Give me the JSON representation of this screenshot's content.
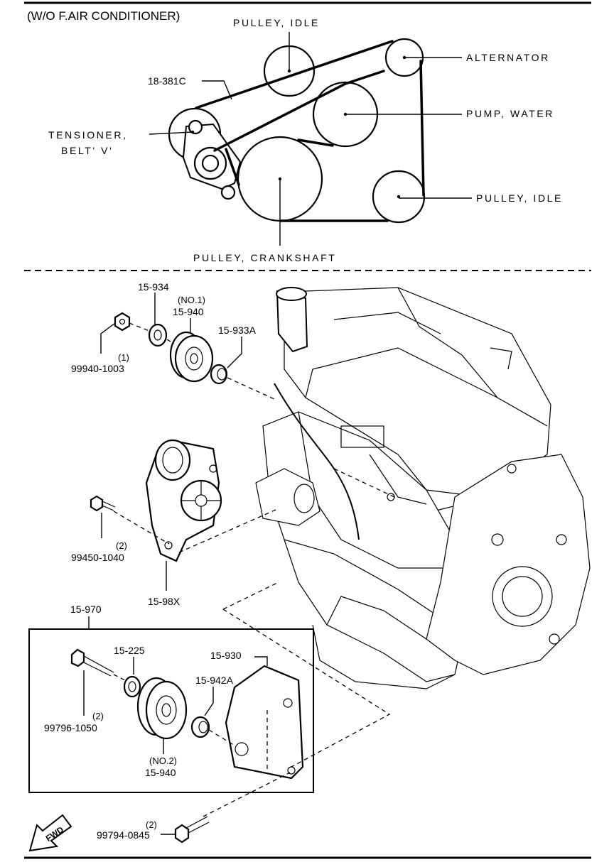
{
  "belt_diagram": {
    "title": "(W/O F.AIR CONDITIONER)",
    "belt_part_number": "18-381C",
    "labels": {
      "pulley_idle_top": "PULLEY, IDLE",
      "alternator": "ALTERNATOR",
      "pump_water": "PUMP, WATER",
      "tensioner_line1": "TENSIONER,",
      "tensioner_line2": "BELT' V'",
      "pulley_idle_right": "PULLEY, IDLE",
      "pulley_crankshaft": "PULLEY, CRANKSHAFT"
    }
  },
  "parts": {
    "p15_934": "15-934",
    "p15_940_no1_note": "(NO.1)",
    "p15_940_no1": "15-940",
    "p15_933a": "15-933A",
    "p99940_qty": "(1)",
    "p99940": "99940-1003",
    "p99450_qty": "(2)",
    "p99450": "99450-1040",
    "p15_98x": "15-98X",
    "p15_970": "15-970",
    "p15_225": "15-225",
    "p15_930": "15-930",
    "p15_942a": "15-942A",
    "p99796_qty": "(2)",
    "p99796": "99796-1050",
    "p15_940_no2_note": "(NO.2)",
    "p15_940_no2": "15-940",
    "p99794_qty": "(2)",
    "p99794": "99794-0845"
  },
  "fwd_label": "FWD"
}
